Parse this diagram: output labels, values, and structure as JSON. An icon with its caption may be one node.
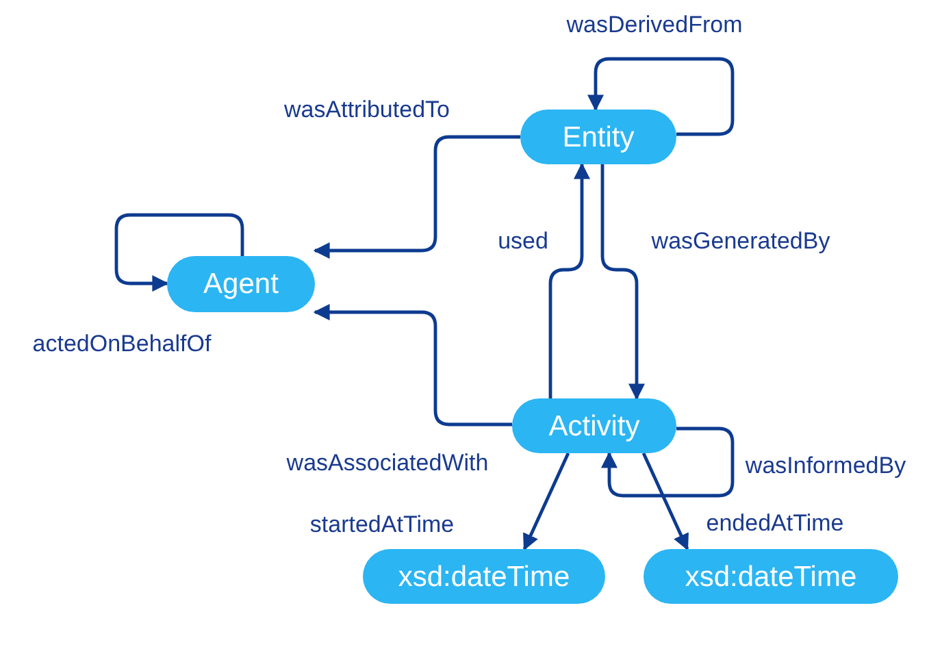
{
  "diagram": {
    "nodes": [
      {
        "text": [
          "Entity"
        ]
      },
      {
        "text": [
          "Agent"
        ]
      },
      {
        "text": [
          "Activity"
        ]
      },
      {
        "text": [
          "xsd:dateTime"
        ]
      },
      {
        "text": [
          "xsd:dateTime"
        ]
      }
    ],
    "edges": [
      {
        "from": 0,
        "to": 0,
        "arrow": "to",
        "label": "wasDerivedFrom"
      },
      {
        "from": 0,
        "to": 1,
        "arrow": "to",
        "label": "wasAttributedTo"
      },
      {
        "from": 1,
        "to": 1,
        "arrow": "to",
        "label": "actedOnBehalfOf"
      },
      {
        "from": 2,
        "to": 0,
        "arrow": "to",
        "label": "used"
      },
      {
        "from": 0,
        "to": 2,
        "arrow": "to",
        "label": "wasGeneratedBy"
      },
      {
        "from": 2,
        "to": 1,
        "arrow": "to",
        "label": "wasAssociatedWith"
      },
      {
        "from": 2,
        "to": 2,
        "arrow": "to",
        "label": "wasInformedBy"
      },
      {
        "from": 2,
        "to": 3,
        "arrow": "to",
        "label": "startedAtTime"
      },
      {
        "from": 2,
        "to": 4,
        "arrow": "to",
        "label": "endedAtTime"
      }
    ]
  }
}
